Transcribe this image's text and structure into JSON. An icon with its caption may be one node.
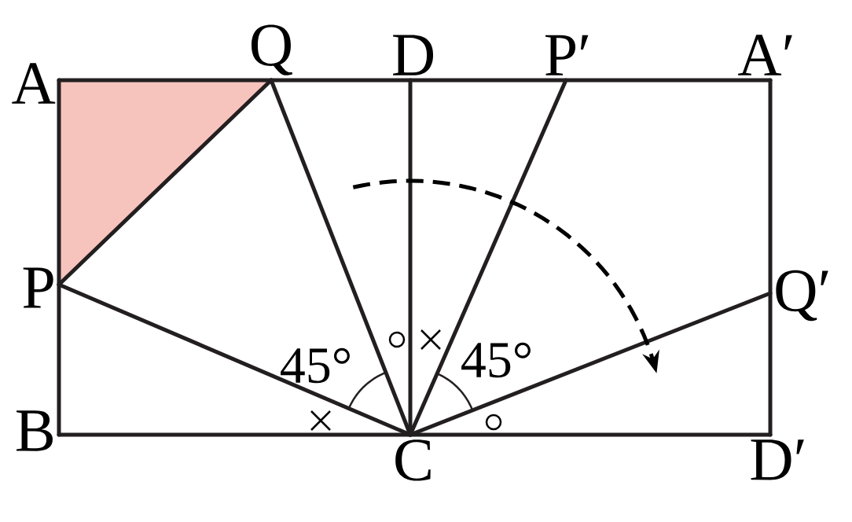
{
  "diagram": {
    "nodes": [
      {
        "text": [
          "A"
        ]
      },
      {
        "text": [
          "Q"
        ]
      },
      {
        "text": [
          "D"
        ]
      },
      {
        "text": [
          "P′"
        ]
      },
      {
        "text": [
          "A′"
        ]
      },
      {
        "text": [
          "P"
        ]
      },
      {
        "text": [
          "Q′"
        ]
      },
      {
        "text": [
          "B"
        ]
      },
      {
        "text": [
          "C"
        ]
      },
      {
        "text": [
          "D′"
        ]
      }
    ],
    "edges": [
      {
        "from": 0,
        "to": 4,
        "arrow": "none"
      },
      {
        "from": 0,
        "to": 7,
        "arrow": "none"
      },
      {
        "from": 7,
        "to": 9,
        "arrow": "none"
      },
      {
        "from": 4,
        "to": 9,
        "arrow": "none"
      },
      {
        "from": 5,
        "to": 1,
        "arrow": "none"
      },
      {
        "from": 1,
        "to": 8,
        "arrow": "none"
      },
      {
        "from": 2,
        "to": 8,
        "arrow": "none"
      },
      {
        "from": 3,
        "to": 8,
        "arrow": "none"
      },
      {
        "from": 5,
        "to": 8,
        "arrow": "none"
      },
      {
        "from": 6,
        "to": 8,
        "arrow": "none"
      }
    ],
    "labels": [
      "45°",
      "45°"
    ]
  }
}
